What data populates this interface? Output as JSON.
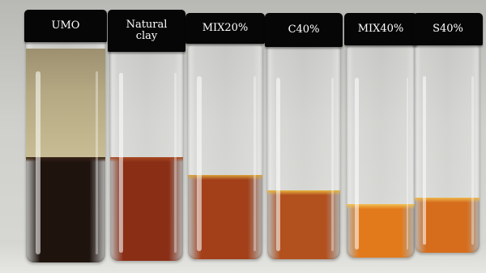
{
  "photo": {
    "vials": [
      {
        "label": "UMO",
        "liquid_color": "#1f130e",
        "meniscus_color": "#3a2418"
      },
      {
        "label": "Natural\nclay",
        "liquid_color": "#8a2e16",
        "meniscus_color": "#a94a22"
      },
      {
        "label": "MIX20%",
        "liquid_color": "#a3401a",
        "meniscus_color": "#d9a23b"
      },
      {
        "label": "C40%",
        "liquid_color": "#b2501e",
        "meniscus_color": "#e6b43f"
      },
      {
        "label": "MIX40%",
        "liquid_color": "#e27a1c",
        "meniscus_color": "#f2c050"
      },
      {
        "label": "S40%",
        "liquid_color": "#d66d1c",
        "meniscus_color": "#eeb74a"
      }
    ]
  }
}
